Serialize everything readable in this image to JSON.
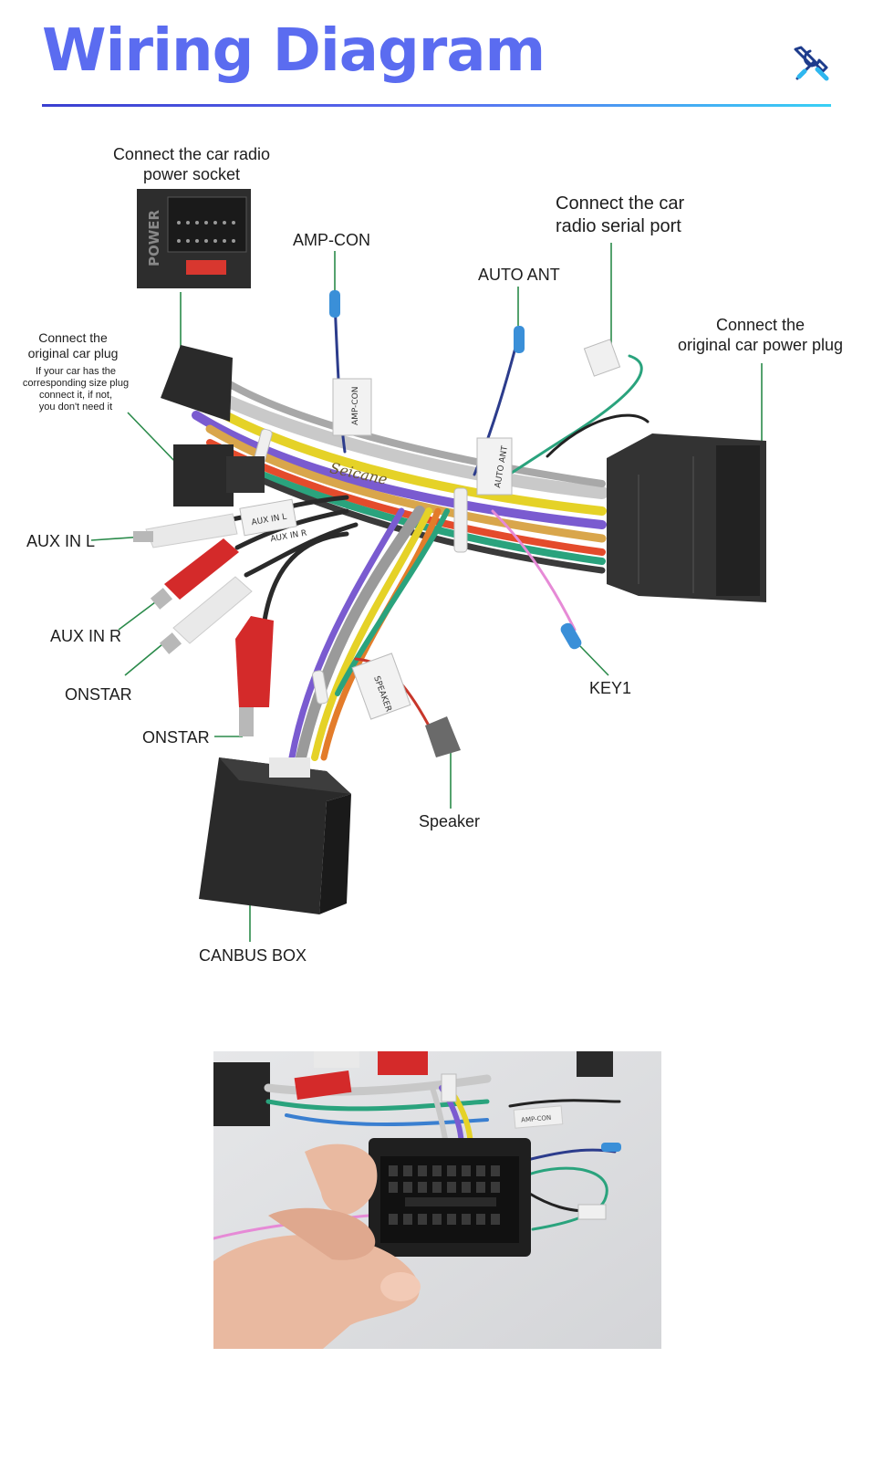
{
  "page": {
    "title": "Wiring Diagram",
    "header_icon": "tools-icon",
    "accent_color": "#5b6cf0"
  },
  "diagram": {
    "labels": {
      "power_socket": [
        "Connect the car radio",
        "power socket"
      ],
      "amp_con": "AMP-CON",
      "serial_port": [
        "Connect the car",
        "radio  serial port"
      ],
      "auto_ant": "AUTO ANT",
      "original_power_plug": [
        "Connect the",
        "original car power plug"
      ],
      "original_car_plug": [
        "Connect the",
        "original car plug"
      ],
      "original_car_plug_note": [
        "If your car has the",
        "corresponding size plug",
        "connect it, if not,",
        "you don't need it"
      ],
      "aux_in_l": "AUX IN L",
      "aux_in_r": "AUX IN R",
      "onstar_1": "ONSTAR",
      "onstar_2": "ONSTAR",
      "key1": "KEY1",
      "speaker": "Speaker",
      "canbus_box": "CANBUS BOX"
    },
    "printed_on_parts": {
      "power": "POWER",
      "amp_tag": "AMP-CON",
      "auto_ant_tag": "AUTO ANT",
      "aux_l_tag": "AUX IN L",
      "aux_r_tag": "AUX IN R",
      "speaker_tag": "SPEAKER",
      "brand": "Seicane"
    }
  },
  "photo": {
    "tag_text": "AMP-CON"
  }
}
